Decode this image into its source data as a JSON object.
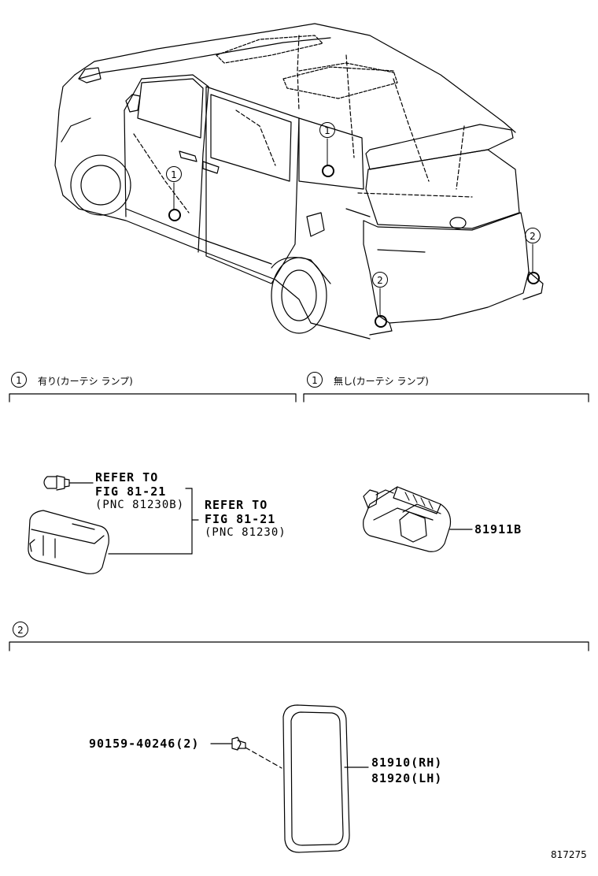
{
  "callouts": {
    "c1": "1",
    "c2": "2"
  },
  "sections": {
    "s1_left_title": "有り(カーテシ ランプ)",
    "s1_right_title": "無し(カーテシ ランプ)"
  },
  "labels": {
    "bulb_ref_1": "REFER TO",
    "bulb_ref_2": "FIG 81-21",
    "bulb_ref_3": "(PNC 81230B)",
    "lamp_ref_1": "REFER TO",
    "lamp_ref_2": "FIG 81-21",
    "lamp_ref_3": "(PNC 81230)",
    "cover_part": "81911B",
    "screw_part": "90159-40246(2)",
    "reflector_rh": "81910(RH)",
    "reflector_lh": "81920(LH)"
  },
  "figure_number": "817275"
}
